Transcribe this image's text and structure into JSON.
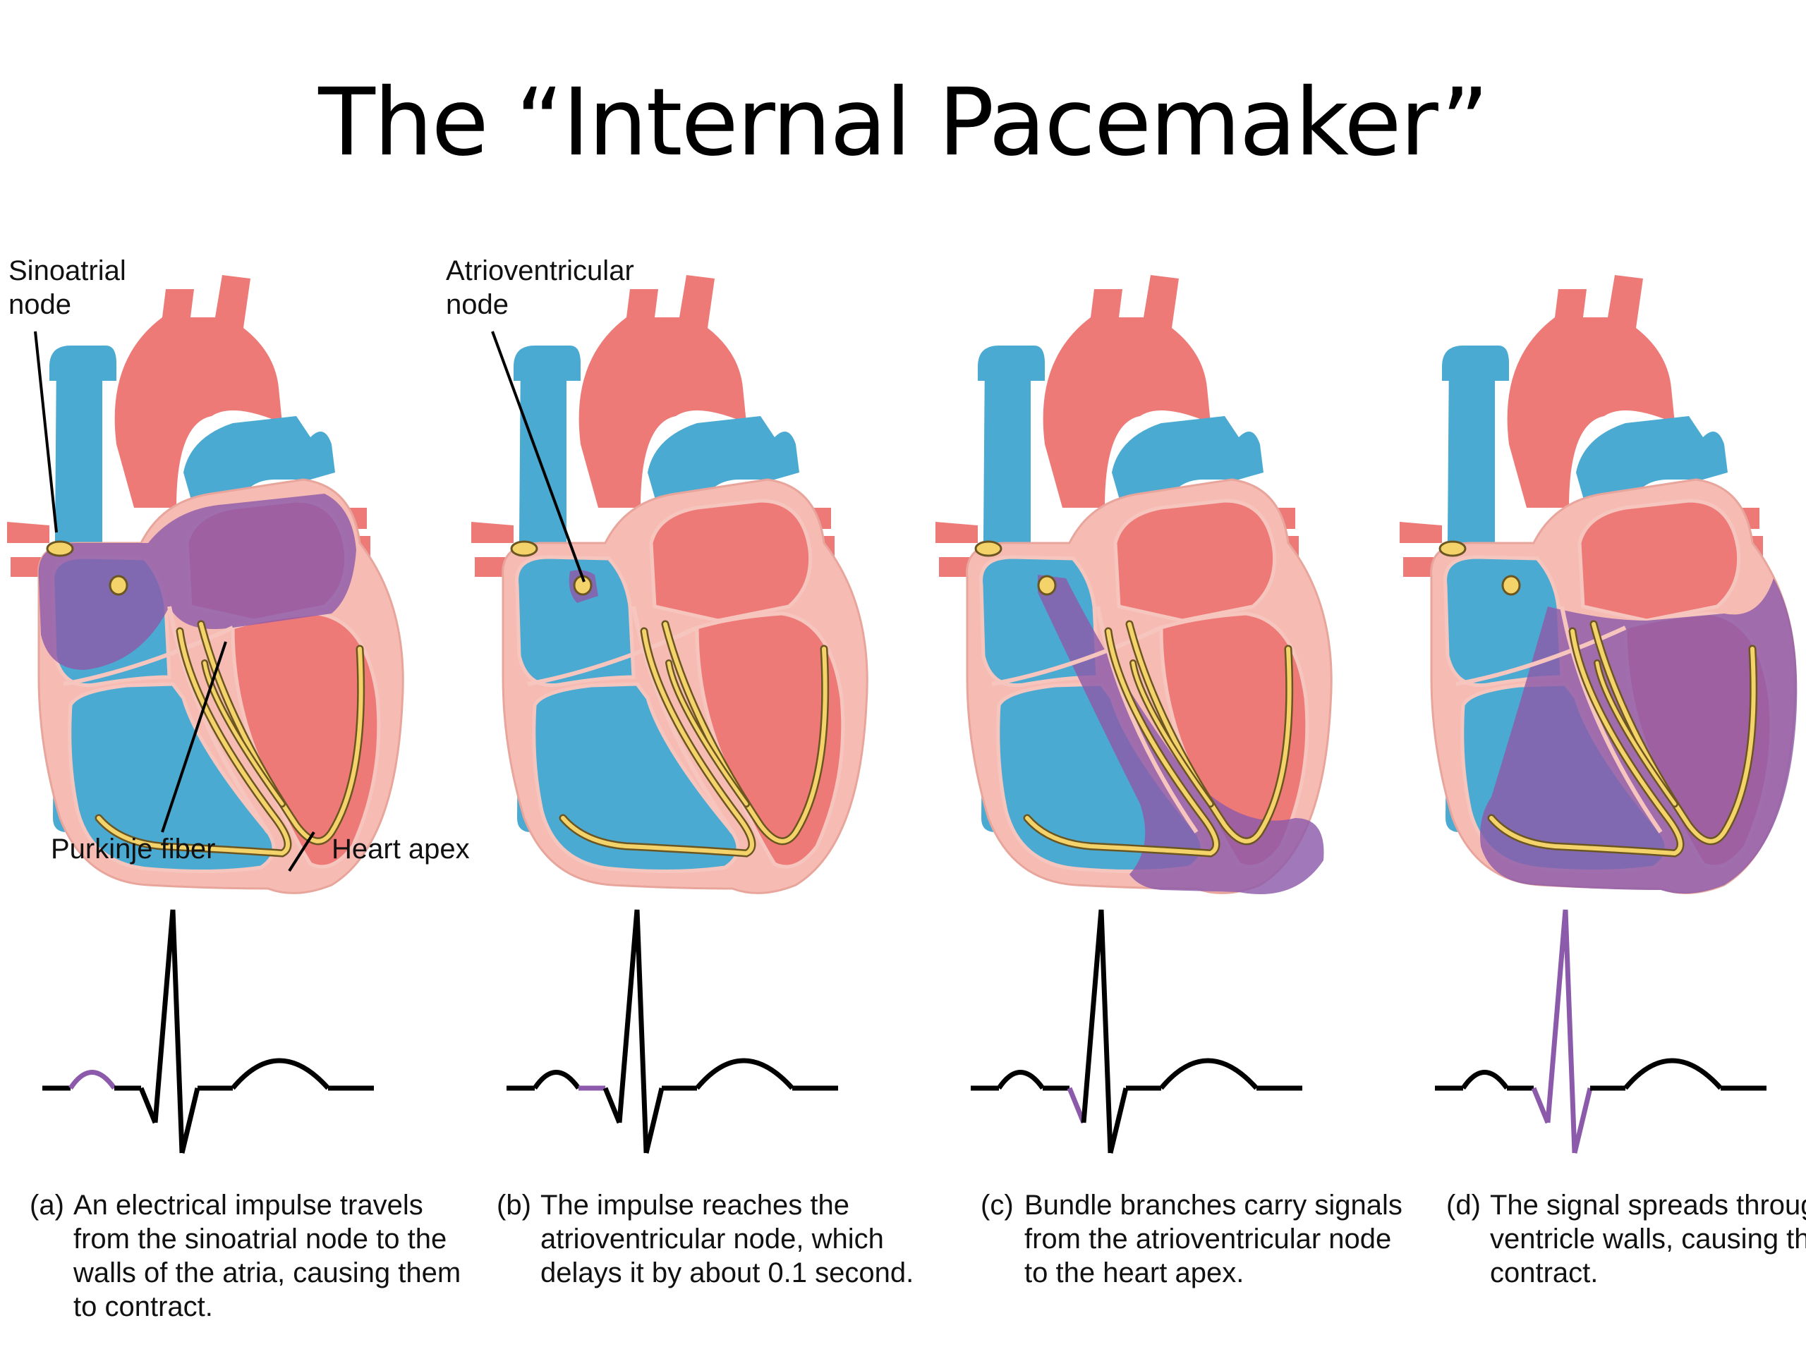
{
  "title": "The “Internal Pacemaker”",
  "colors": {
    "vein_blue": "#4BAAD2",
    "artery_red": "#EE7A78",
    "heart_wall_pink": "#F6BCB4",
    "conduction_yellow": "#F4D46A",
    "impulse_purple": "#8C5AAA",
    "ecg_black": "#000000"
  },
  "labels": {
    "sinoatrial_node": "Sinoatrial\nnode",
    "atrioventricular_node": "Atrioventricular\nnode",
    "purkinje_fiber": "Purkinje fiber",
    "heart_apex": "Heart apex"
  },
  "panels": [
    {
      "id": "a",
      "letter": "(a)",
      "caption": "An electrical impulse travels from the sinoatrial node to the walls of the atria, causing them to contract.",
      "highlight": "atria",
      "ecg_highlight": "P wave"
    },
    {
      "id": "b",
      "letter": "(b)",
      "caption": "The impulse reaches the atrioventricular node, which delays it by about 0.1 second.",
      "highlight": "atrioventricular node",
      "ecg_highlight": "PR segment"
    },
    {
      "id": "c",
      "letter": "(c)",
      "caption": "Bundle branches carry signals from the atrioventricular node to the heart apex.",
      "highlight": "septum and apex",
      "ecg_highlight": "Q dip"
    },
    {
      "id": "d",
      "letter": "(d)",
      "caption": "The signal spreads through the ventricle walls, causing them to contract.",
      "highlight": "ventricles",
      "ecg_highlight": "QRS complex"
    }
  ]
}
